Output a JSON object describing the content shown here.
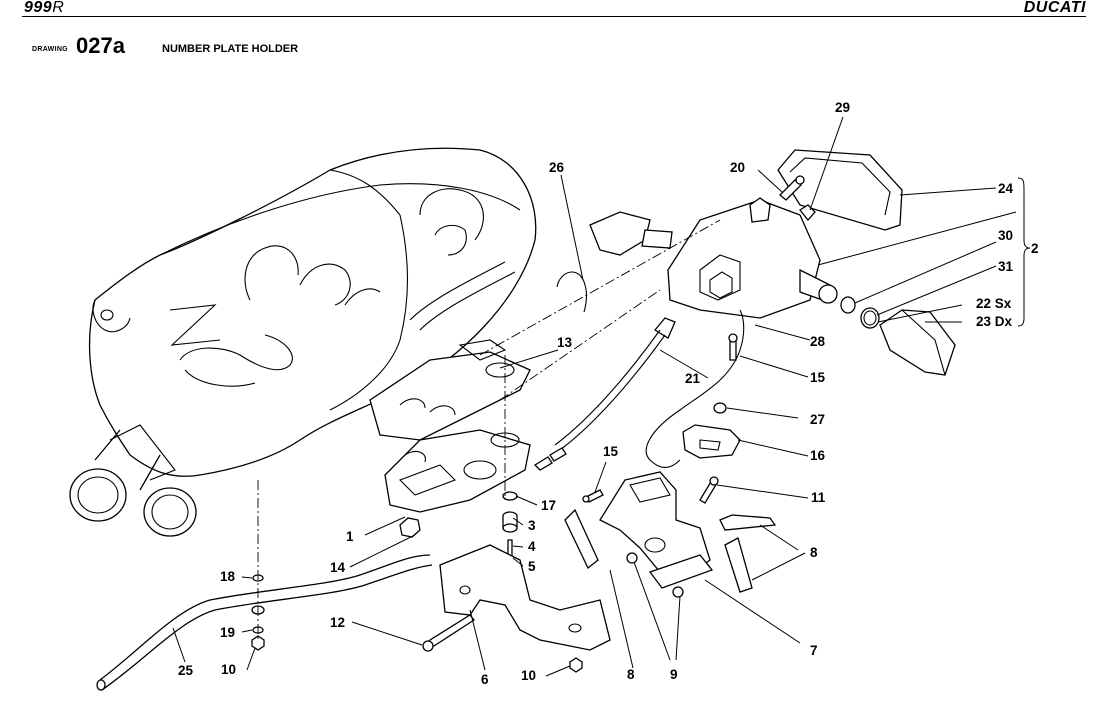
{
  "header": {
    "model": "999",
    "model_suffix": "R",
    "brand": "DUCATI",
    "drawing_label": "DRAWING",
    "drawing_number": "027a",
    "title": "NUMBER PLATE HOLDER"
  },
  "callouts": {
    "c1": "1",
    "c2": "2",
    "c3": "3",
    "c4": "4",
    "c5": "5",
    "c6": "6",
    "c7": "7",
    "c8": "8",
    "c8b": "8",
    "c9": "9",
    "c10a": "10",
    "c10b": "10",
    "c11": "11",
    "c12": "12",
    "c13": "13",
    "c14": "14",
    "c15a": "15",
    "c15b": "15",
    "c16": "16",
    "c17": "17",
    "c18": "18",
    "c19": "19",
    "c20": "20",
    "c21": "21",
    "c22": "22 Sx",
    "c23": "23 Dx",
    "c24": "24",
    "c25": "25",
    "c26": "26",
    "c27": "27",
    "c28": "28",
    "c29": "29",
    "c30": "30",
    "c31": "31"
  }
}
